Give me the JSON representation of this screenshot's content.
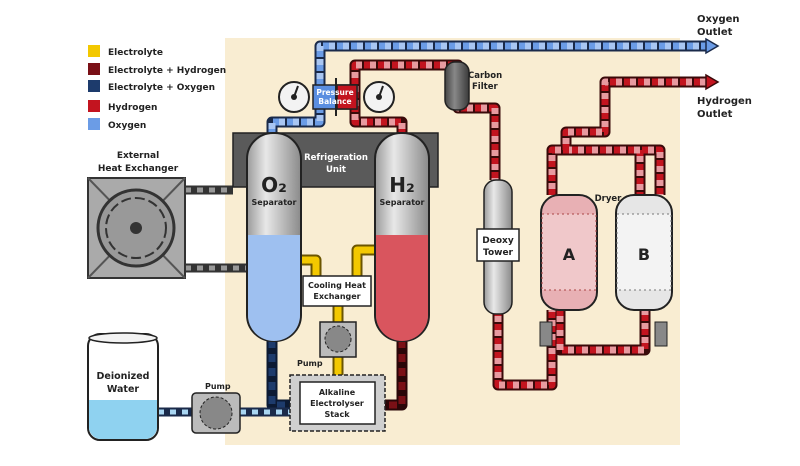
{
  "legend": {
    "items": [
      {
        "label": "Electrolyte",
        "color": "#f3c800"
      },
      {
        "label": "Electrolyte + Hydrogen",
        "color": "#7a1016"
      },
      {
        "label": "Electrolyte + Oxygen",
        "color": "#1d3b6c"
      },
      {
        "label": "Hydrogen",
        "color": "#c3141f"
      },
      {
        "label": "Oxygen",
        "color": "#6b9ce6"
      }
    ]
  },
  "outlets": {
    "oxygen": {
      "line1": "Oxygen",
      "line2": "Outlet"
    },
    "hydrogen": {
      "line1": "Hydrogen",
      "line2": "Outlet"
    }
  },
  "components": {
    "pressure_balance": {
      "line1": "Pressure",
      "line2": "Balance"
    },
    "carbon_filter": {
      "line1": "Carbon",
      "line2": "Filter"
    },
    "refrigeration_unit": {
      "line1": "Refrigeration",
      "line2": "Unit"
    },
    "o2_separator": {
      "symbol": "O₂",
      "label": "Separator"
    },
    "h2_separator": {
      "symbol": "H₂",
      "label": "Separator"
    },
    "external_heat_exchanger": {
      "line1": "External",
      "line2": "Heat Exchanger"
    },
    "cooling_heat_exchanger": {
      "line1": "Cooling Heat",
      "line2": "Exchanger"
    },
    "pump_center": {
      "label": "Pump"
    },
    "pump_left": {
      "label": "Pump"
    },
    "electrolyser_stack": {
      "line1": "Alkaline",
      "line2": "Electrolyser",
      "line3": "Stack"
    },
    "deionized_water": {
      "line1": "Deionized",
      "line2": "Water"
    },
    "deoxy_tower": {
      "line1": "Deoxy",
      "line2": "Tower"
    },
    "dryer": {
      "label": "Dryer",
      "a": "A",
      "b": "B"
    }
  },
  "colors": {
    "background_panel": "#f9edd2",
    "refrigeration": "#5a5a5a",
    "electrolyte": "#f3c800",
    "electrolyte_hydrogen": "#7a1016",
    "electrolyte_oxygen": "#1d3b6c",
    "hydrogen": "#c3141f",
    "oxygen": "#6b9ce6"
  }
}
